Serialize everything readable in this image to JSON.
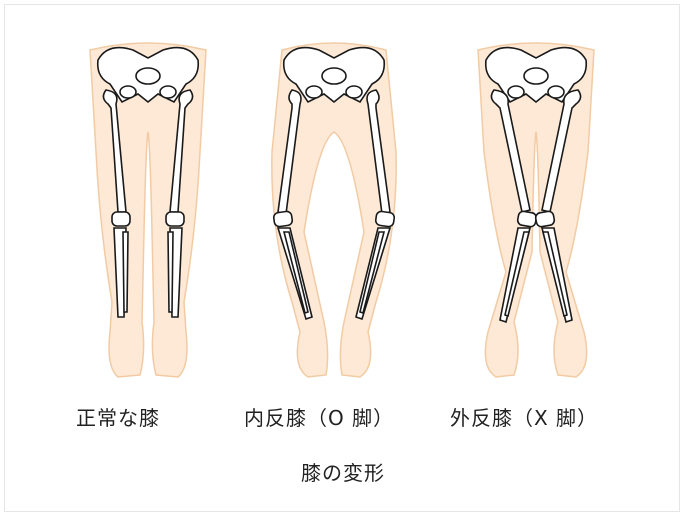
{
  "figures": [
    {
      "id": "normal",
      "caption": "正常な膝"
    },
    {
      "id": "varus",
      "caption": "内反膝（O 脚）"
    },
    {
      "id": "valgus",
      "caption": "外反膝（X 脚）"
    }
  ],
  "title": "膝の変形",
  "colors": {
    "skin_fill": "#fde9d6",
    "skin_outline": "#f2cba4",
    "bone_fill": "#ffffff",
    "bone_outline": "#1a1a1a",
    "text": "#222222"
  }
}
